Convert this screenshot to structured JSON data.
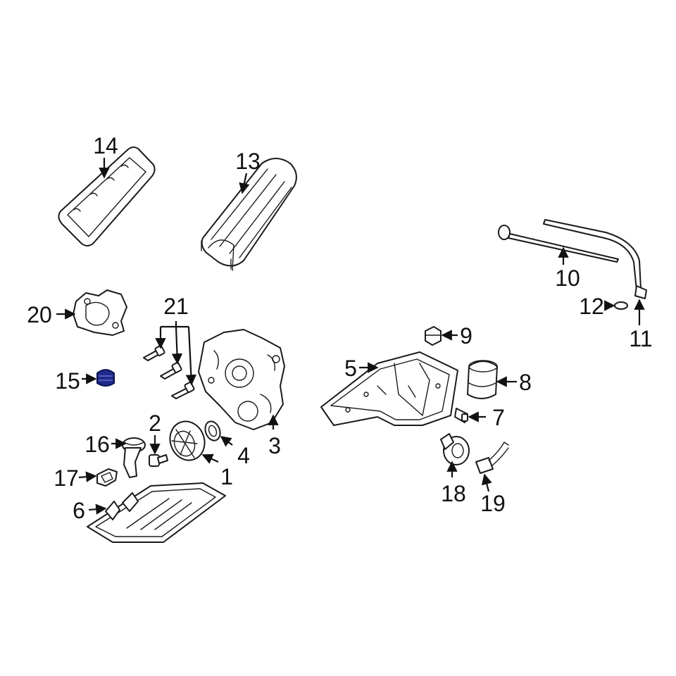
{
  "colors": {
    "line": "#1a1a1a",
    "background": "#ffffff",
    "highlight_fill": "#1f2a8c",
    "highlight_stroke": "#0b1350"
  },
  "highlighted_part": "15",
  "callouts": [
    {
      "id": "1",
      "label": "1"
    },
    {
      "id": "2",
      "label": "2"
    },
    {
      "id": "3",
      "label": "3"
    },
    {
      "id": "4",
      "label": "4"
    },
    {
      "id": "5",
      "label": "5"
    },
    {
      "id": "6",
      "label": "6"
    },
    {
      "id": "7",
      "label": "7"
    },
    {
      "id": "8",
      "label": "8"
    },
    {
      "id": "9",
      "label": "9"
    },
    {
      "id": "10",
      "label": "10"
    },
    {
      "id": "11",
      "label": "11"
    },
    {
      "id": "12",
      "label": "12"
    },
    {
      "id": "13",
      "label": "13"
    },
    {
      "id": "14",
      "label": "14"
    },
    {
      "id": "15",
      "label": "15"
    },
    {
      "id": "16",
      "label": "16"
    },
    {
      "id": "17",
      "label": "17"
    },
    {
      "id": "18",
      "label": "18"
    },
    {
      "id": "19",
      "label": "19"
    },
    {
      "id": "20",
      "label": "20"
    },
    {
      "id": "21",
      "label": "21"
    }
  ]
}
